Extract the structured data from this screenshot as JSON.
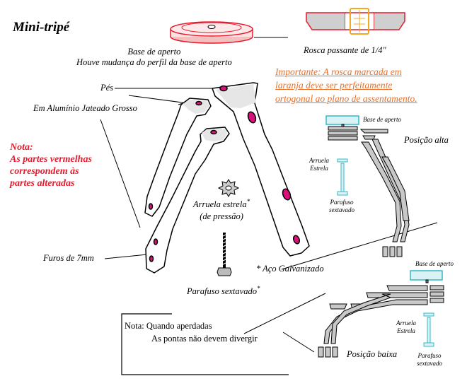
{
  "title": "Mini-tripé",
  "base": {
    "label": "Base de aperto",
    "note": "Houve mudança do perfil da base de aperto"
  },
  "thread": {
    "label": "Rosca passante de 1/4\""
  },
  "importante": {
    "line1": "Importante: A rosca marcada em",
    "line2": "laranja deve ser perfeitamente",
    "line3": "ortogonal ao plano de assentamento."
  },
  "pes": {
    "label": "Pés",
    "material": "Em Alumínio Jateado Grosso"
  },
  "nota_red": {
    "line1": "Nota:",
    "line2": "As partes vermelhas",
    "line3": "correspondem às",
    "line4": "partes alteradas"
  },
  "arruela": {
    "line1": "Arruela estrela",
    "star": "*",
    "line2": "(de pressão)"
  },
  "furos": "Furos de 7mm",
  "aco": "* Aço Galvanizado",
  "parafuso": {
    "label": "Parafuso sextavado",
    "star": "*"
  },
  "nota_box": {
    "line1": "Nota: Quando aperdadas",
    "line2": "As pontas não devem divergir"
  },
  "posicao_alta": {
    "title": "Posição alta",
    "base": "Base de aperto",
    "arruela1": "Arruela",
    "arruela2": "Estrela",
    "parafuso1": "Parafuso",
    "parafuso2": "sextavado"
  },
  "posicao_baixa": {
    "title": "Posição baixa",
    "base": "Base de aperto",
    "arruela1": "Arruela",
    "arruela2": "Estrela",
    "parafuso1": "Parafuso",
    "parafuso2": "sextavado"
  },
  "colors": {
    "red": "#e8192c",
    "orange": "#e8702a",
    "magenta": "#d8127a",
    "cyan": "#33b8c8",
    "gray": "#c8c8c8"
  }
}
